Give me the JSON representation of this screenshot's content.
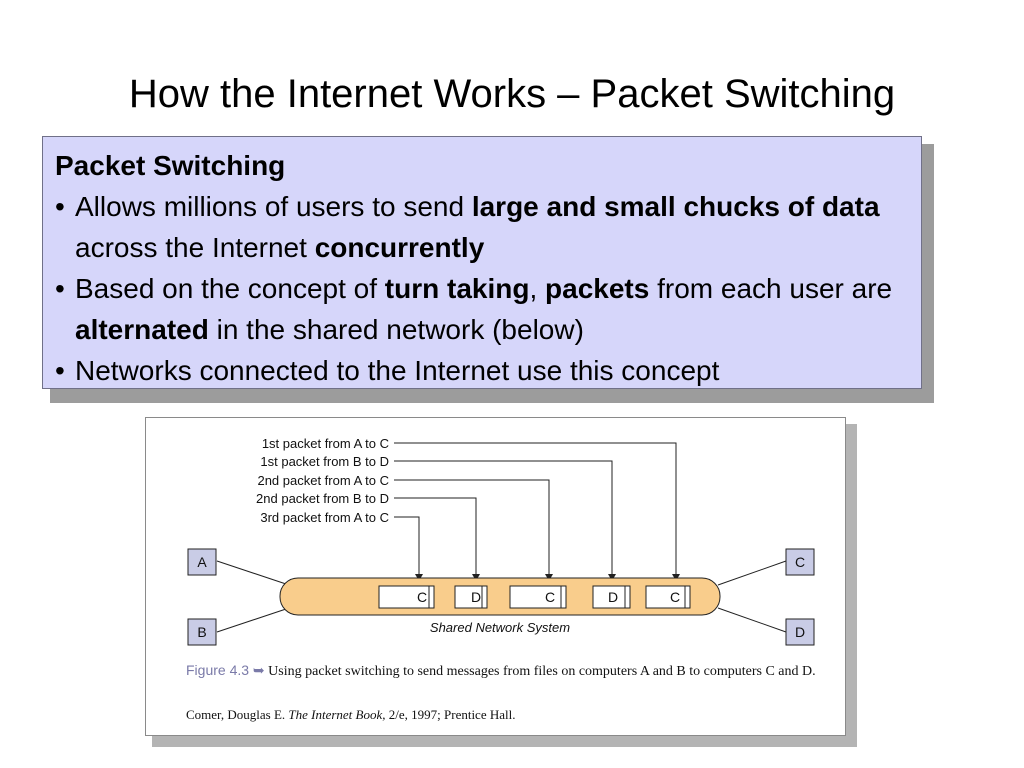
{
  "title": "How the Internet Works – Packet Switching",
  "box": {
    "heading": "Packet Switching",
    "bullet_char": "•",
    "b1": {
      "pre": "Allows millions of users to send ",
      "bold1": "large and small chucks of data",
      "mid": " across the Internet ",
      "bold2": "concurrently"
    },
    "b2": {
      "pre": "Based on the concept of ",
      "bold1": "turn taking",
      "sep": ", ",
      "bold2": "packets",
      "mid": " from each user are ",
      "bold3": "alternated",
      "post": " in the shared network (below)"
    },
    "b3": {
      "text": "Networks connected to the Internet use this concept"
    }
  },
  "figure": {
    "packet_labels": [
      "1st packet from A to C",
      "1st packet from B to D",
      "2nd packet from A to C",
      "2nd packet from B to D",
      "3rd packet from A to C"
    ],
    "nodes": {
      "a": "A",
      "b": "B",
      "c": "C",
      "d": "D"
    },
    "packets": [
      "C",
      "D",
      "C",
      "D",
      "C"
    ],
    "network_label": "Shared Network System",
    "caption_num": "Figure 4.3 ➥",
    "caption_text": " Using packet switching to send messages from files on computers A and B to computers C and D.",
    "citation_pre": "Comer, Douglas E. ",
    "citation_book": "The Internet Book,",
    "citation_post": " 2/e, 1997; Prentice Hall."
  }
}
